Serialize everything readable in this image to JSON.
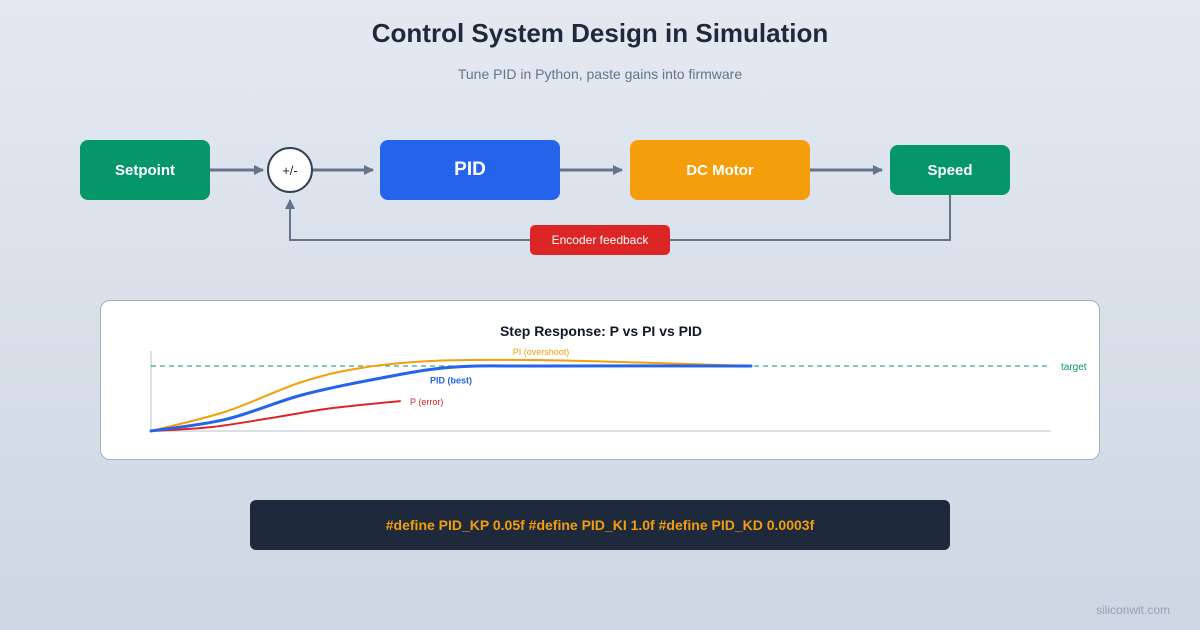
{
  "header": {
    "title": "Control System Design in Simulation",
    "subtitle": "Tune PID in Python, paste gains into firmware"
  },
  "diagram": {
    "setpoint_label": "Setpoint",
    "sum_label": "+/-",
    "controller_label": "PID",
    "plant_label": "DC Motor",
    "output_label": "Speed",
    "feedback_label": "Encoder feedback",
    "colors": {
      "setpoint": "#059669",
      "controller": "#2563eb",
      "plant": "#f59e0b",
      "output": "#059669",
      "feedback": "#dc2626",
      "arrows": "#64748b"
    }
  },
  "chart_data": {
    "type": "line",
    "title": "Step Response: P vs PI vs PID",
    "xlabel": "",
    "ylabel": "",
    "target": {
      "label": "target",
      "value": 1.0,
      "color": "#059669"
    },
    "series": [
      {
        "name": "P (error)",
        "color": "#dc2626",
        "points": [
          [
            0,
            0
          ],
          [
            20,
            0.06
          ],
          [
            40,
            0.2
          ],
          [
            60,
            0.35
          ],
          [
            83,
            0.46
          ]
        ]
      },
      {
        "name": "PI (overshoot)",
        "color": "#f59e0b",
        "points": [
          [
            0,
            0
          ],
          [
            25,
            0.3
          ],
          [
            50,
            0.75
          ],
          [
            70,
            0.97
          ],
          [
            95,
            1.08
          ],
          [
            130,
            1.09
          ],
          [
            165,
            1.05
          ],
          [
            200,
            1.0
          ]
        ]
      },
      {
        "name": "PID (best)",
        "color": "#2563eb",
        "points": [
          [
            0,
            0
          ],
          [
            25,
            0.18
          ],
          [
            50,
            0.55
          ],
          [
            75,
            0.8
          ],
          [
            100,
            0.98
          ],
          [
            130,
            1.0
          ],
          [
            200,
            1.0
          ]
        ]
      }
    ],
    "grid": false
  },
  "code": {
    "text": "#define PID_KP 0.05f #define PID_KI 1.0f #define PID_KD 0.0003f"
  },
  "footer": {
    "watermark": "siliconwit.com"
  }
}
